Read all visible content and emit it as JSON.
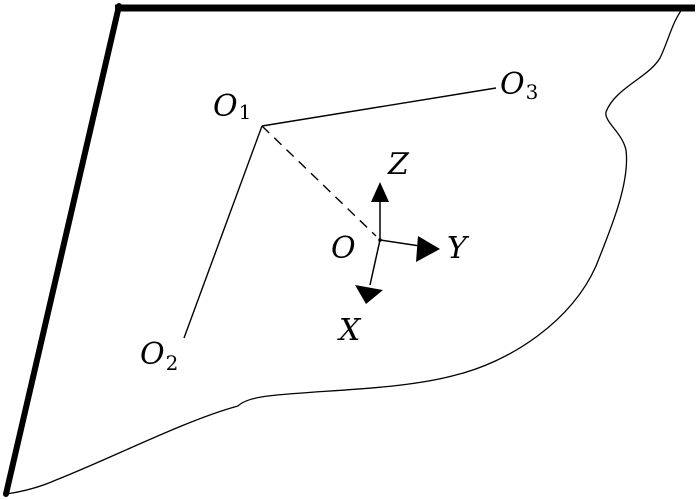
{
  "figure": {
    "points": {
      "o1": {
        "letter": "O",
        "subscript": "1"
      },
      "o2": {
        "letter": "O",
        "subscript": "2"
      },
      "o3": {
        "letter": "O",
        "subscript": "3"
      },
      "origin": {
        "letter": "O"
      }
    },
    "axes": {
      "x": "X",
      "y": "Y",
      "z": "Z"
    }
  }
}
